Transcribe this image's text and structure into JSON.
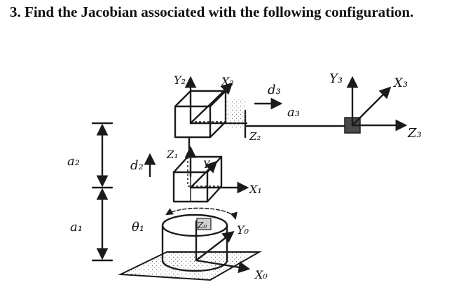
{
  "question": {
    "text": "3. Find the Jacobian associated with the following configuration."
  },
  "labels": {
    "a1": "a₁",
    "a2": "a₂",
    "a3": "a₃",
    "d2": "d₂",
    "d3": "d₃",
    "theta1": "θ₁",
    "x0": "X₀",
    "y0": "Y₀",
    "z0": "Z₀",
    "x1": "X₁",
    "y1": "Y₁",
    "z1": "Z₁",
    "x2": "X₂",
    "y2": "Y₂",
    "z2": "Z₂",
    "x3": "X₃",
    "y3": "Y₃",
    "z3": "Z₃"
  },
  "colors": {
    "ink": "#1b1b1b",
    "paper": "#ffffff"
  }
}
